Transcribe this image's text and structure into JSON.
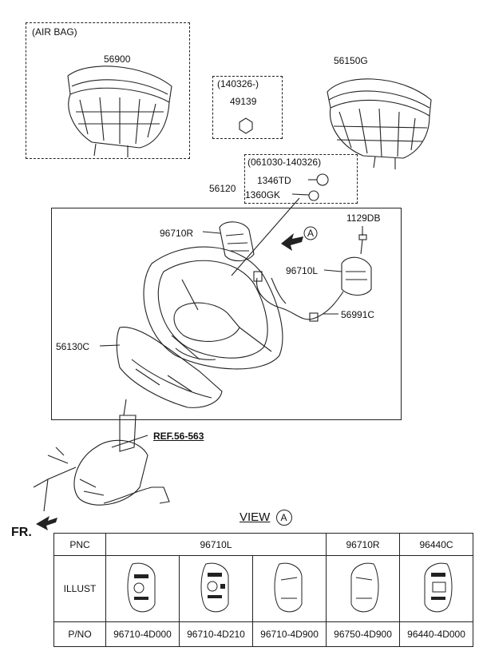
{
  "airbag_group": {
    "note": "(AIR BAG)",
    "part": "56900"
  },
  "nut_group": {
    "date": "(140326-)",
    "part": "49139"
  },
  "right_airbag": {
    "part": "56150G"
  },
  "bolt_group": {
    "date": "(061030-140326)",
    "parts": [
      "1346TD",
      "1360GK"
    ]
  },
  "wheel_box": {
    "part": "56120"
  },
  "parts": {
    "switch_r": "96710R",
    "switch_l": "96710L",
    "screw": "1129DB",
    "harness": "56991C",
    "cover": "56130C",
    "view_marker": "A"
  },
  "reference": "REF.56-563",
  "front_label": "FR.",
  "view": {
    "title": "VIEW",
    "marker": "A"
  },
  "table": {
    "row_labels": {
      "pnc": "PNC",
      "illust": "ILLUST",
      "pno": "P/NO"
    },
    "pnc_groups": [
      {
        "label": "96710L",
        "span": 3
      },
      {
        "label": "96710R",
        "span": 1
      },
      {
        "label": "96440C",
        "span": 1
      }
    ],
    "part_numbers": [
      "96710-4D000",
      "96710-4D210",
      "96710-4D900",
      "96750-4D900",
      "96440-4D000"
    ]
  }
}
